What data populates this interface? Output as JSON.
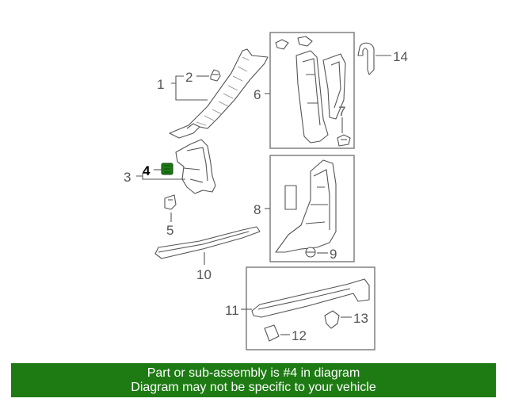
{
  "diagram": {
    "callouts": [
      {
        "id": "1",
        "label": "1"
      },
      {
        "id": "2",
        "label": "2"
      },
      {
        "id": "3",
        "label": "3"
      },
      {
        "id": "4",
        "label": "4",
        "highlighted": true
      },
      {
        "id": "5",
        "label": "5"
      },
      {
        "id": "6",
        "label": "6"
      },
      {
        "id": "7",
        "label": "7"
      },
      {
        "id": "8",
        "label": "8"
      },
      {
        "id": "9",
        "label": "9"
      },
      {
        "id": "10",
        "label": "10"
      },
      {
        "id": "11",
        "label": "11"
      },
      {
        "id": "12",
        "label": "12"
      },
      {
        "id": "13",
        "label": "13"
      },
      {
        "id": "14",
        "label": "14"
      }
    ],
    "highlight_color": "#1e7b14",
    "line_color": "#555555"
  },
  "banner": {
    "line1": "Part or sub-assembly is #4 in diagram",
    "line2": "Diagram may not be specific to your vehicle",
    "background": "#1e7b14",
    "text_color": "#ffffff"
  }
}
